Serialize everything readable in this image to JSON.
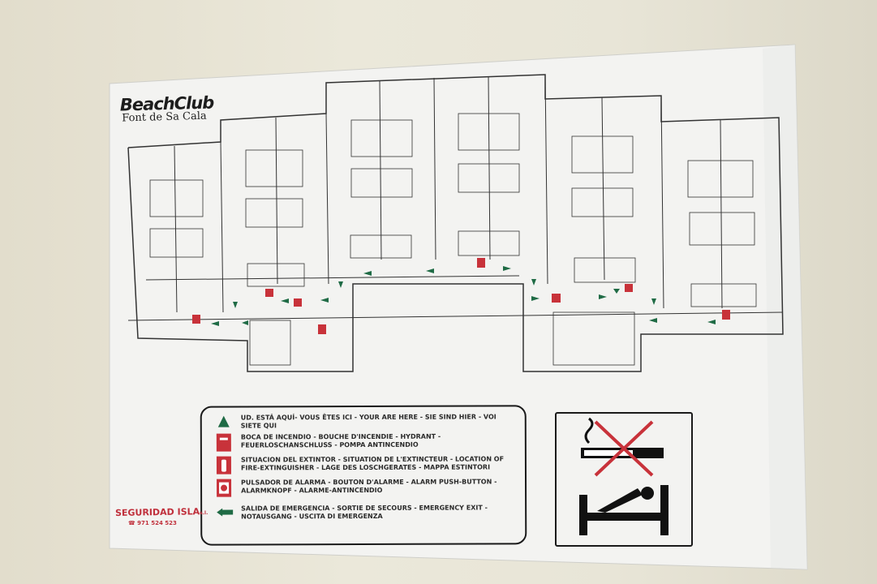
{
  "sign": {
    "logo": {
      "brand": "BeachClub",
      "location": "Font de Sa Cala"
    },
    "legend": [
      {
        "icon": "you-are-here-icon",
        "text": "UD. ESTÁ AQUÍ- VOUS ÊTES ICI - YOUR ARE HERE - SIE SIND HIER - VOI SIETE QUI"
      },
      {
        "icon": "fire-hydrant-icon",
        "text": "BOCA DE INCENDIO - BOUCHE D'INCENDIE - HYDRANT - FEUERLOSCHANSCHLUSS - POMPA ANTINCENDIO"
      },
      {
        "icon": "fire-extinguisher-icon",
        "text": "SITUACION DEL EXTINTOR - SITUATION DE L'EXTINCTEUR - LOCATION OF FIRE-EXTINGUISHER - LAGE DES LOSCHGERATES - MAPPA ESTINTORI"
      },
      {
        "icon": "alarm-button-icon",
        "text": "PULSADOR DE ALARMA - BOUTON D'ALARME - ALARM PUSH-BUTTON - ALARMKNOPF - ALARME-ANTINCENDIO"
      },
      {
        "icon": "emergency-exit-arrow-icon",
        "text": "SALIDA DE EMERGENCIA - SORTIE DE SECOURS - EMERGENCY EXIT - NOTAUSGANG - USCITA DI EMERGENZA"
      }
    ],
    "company": {
      "name": "SEGURIDAD ISLA",
      "suffix": "s.l.",
      "phone": "971 524 523"
    },
    "colors": {
      "red": "#c8323a",
      "green": "#1f6b45",
      "ink": "#1a1a1a"
    }
  }
}
